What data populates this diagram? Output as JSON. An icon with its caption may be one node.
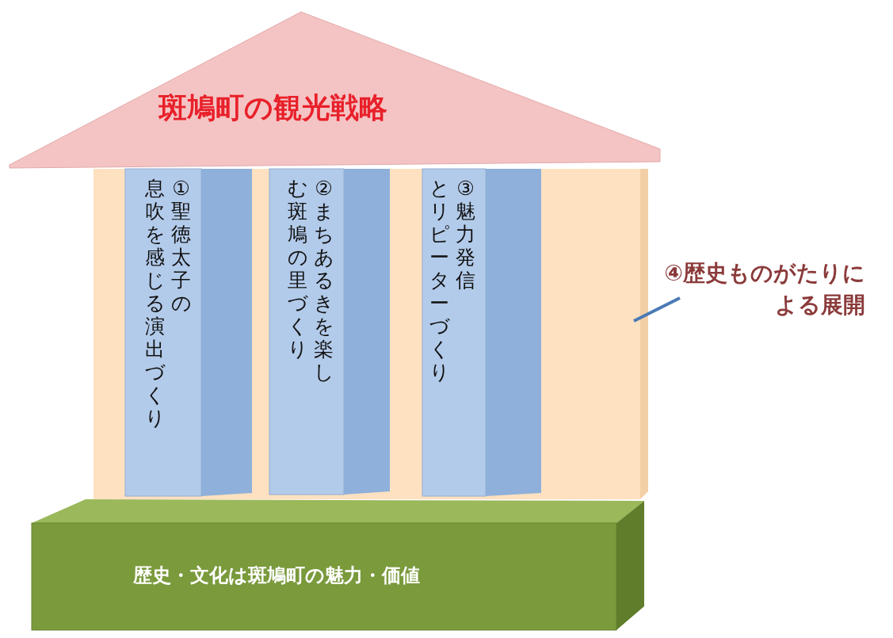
{
  "diagram": {
    "nodes": [
      {
        "text": [
          "斑鳩町の観光戦略"
        ]
      },
      {
        "text": [],
        "shape": "box"
      },
      {
        "text": [
          "①聖徳太子の息吹を感じる演出づくり"
        ],
        "in": 1
      },
      {
        "text": [
          "②まちあるきを楽しむ斑鳩の里づくり"
        ],
        "in": 1
      },
      {
        "text": [
          "③魅力発信とリピーターづくり"
        ],
        "in": 1
      },
      {
        "text": [
          "④歴史ものがたりによる展開"
        ]
      },
      {
        "text": [
          "歴史・文化は斑鳩町の魅力・価値"
        ]
      }
    ],
    "edges": [
      {
        "from": 5,
        "to": 1,
        "arrow": "none"
      }
    ]
  }
}
